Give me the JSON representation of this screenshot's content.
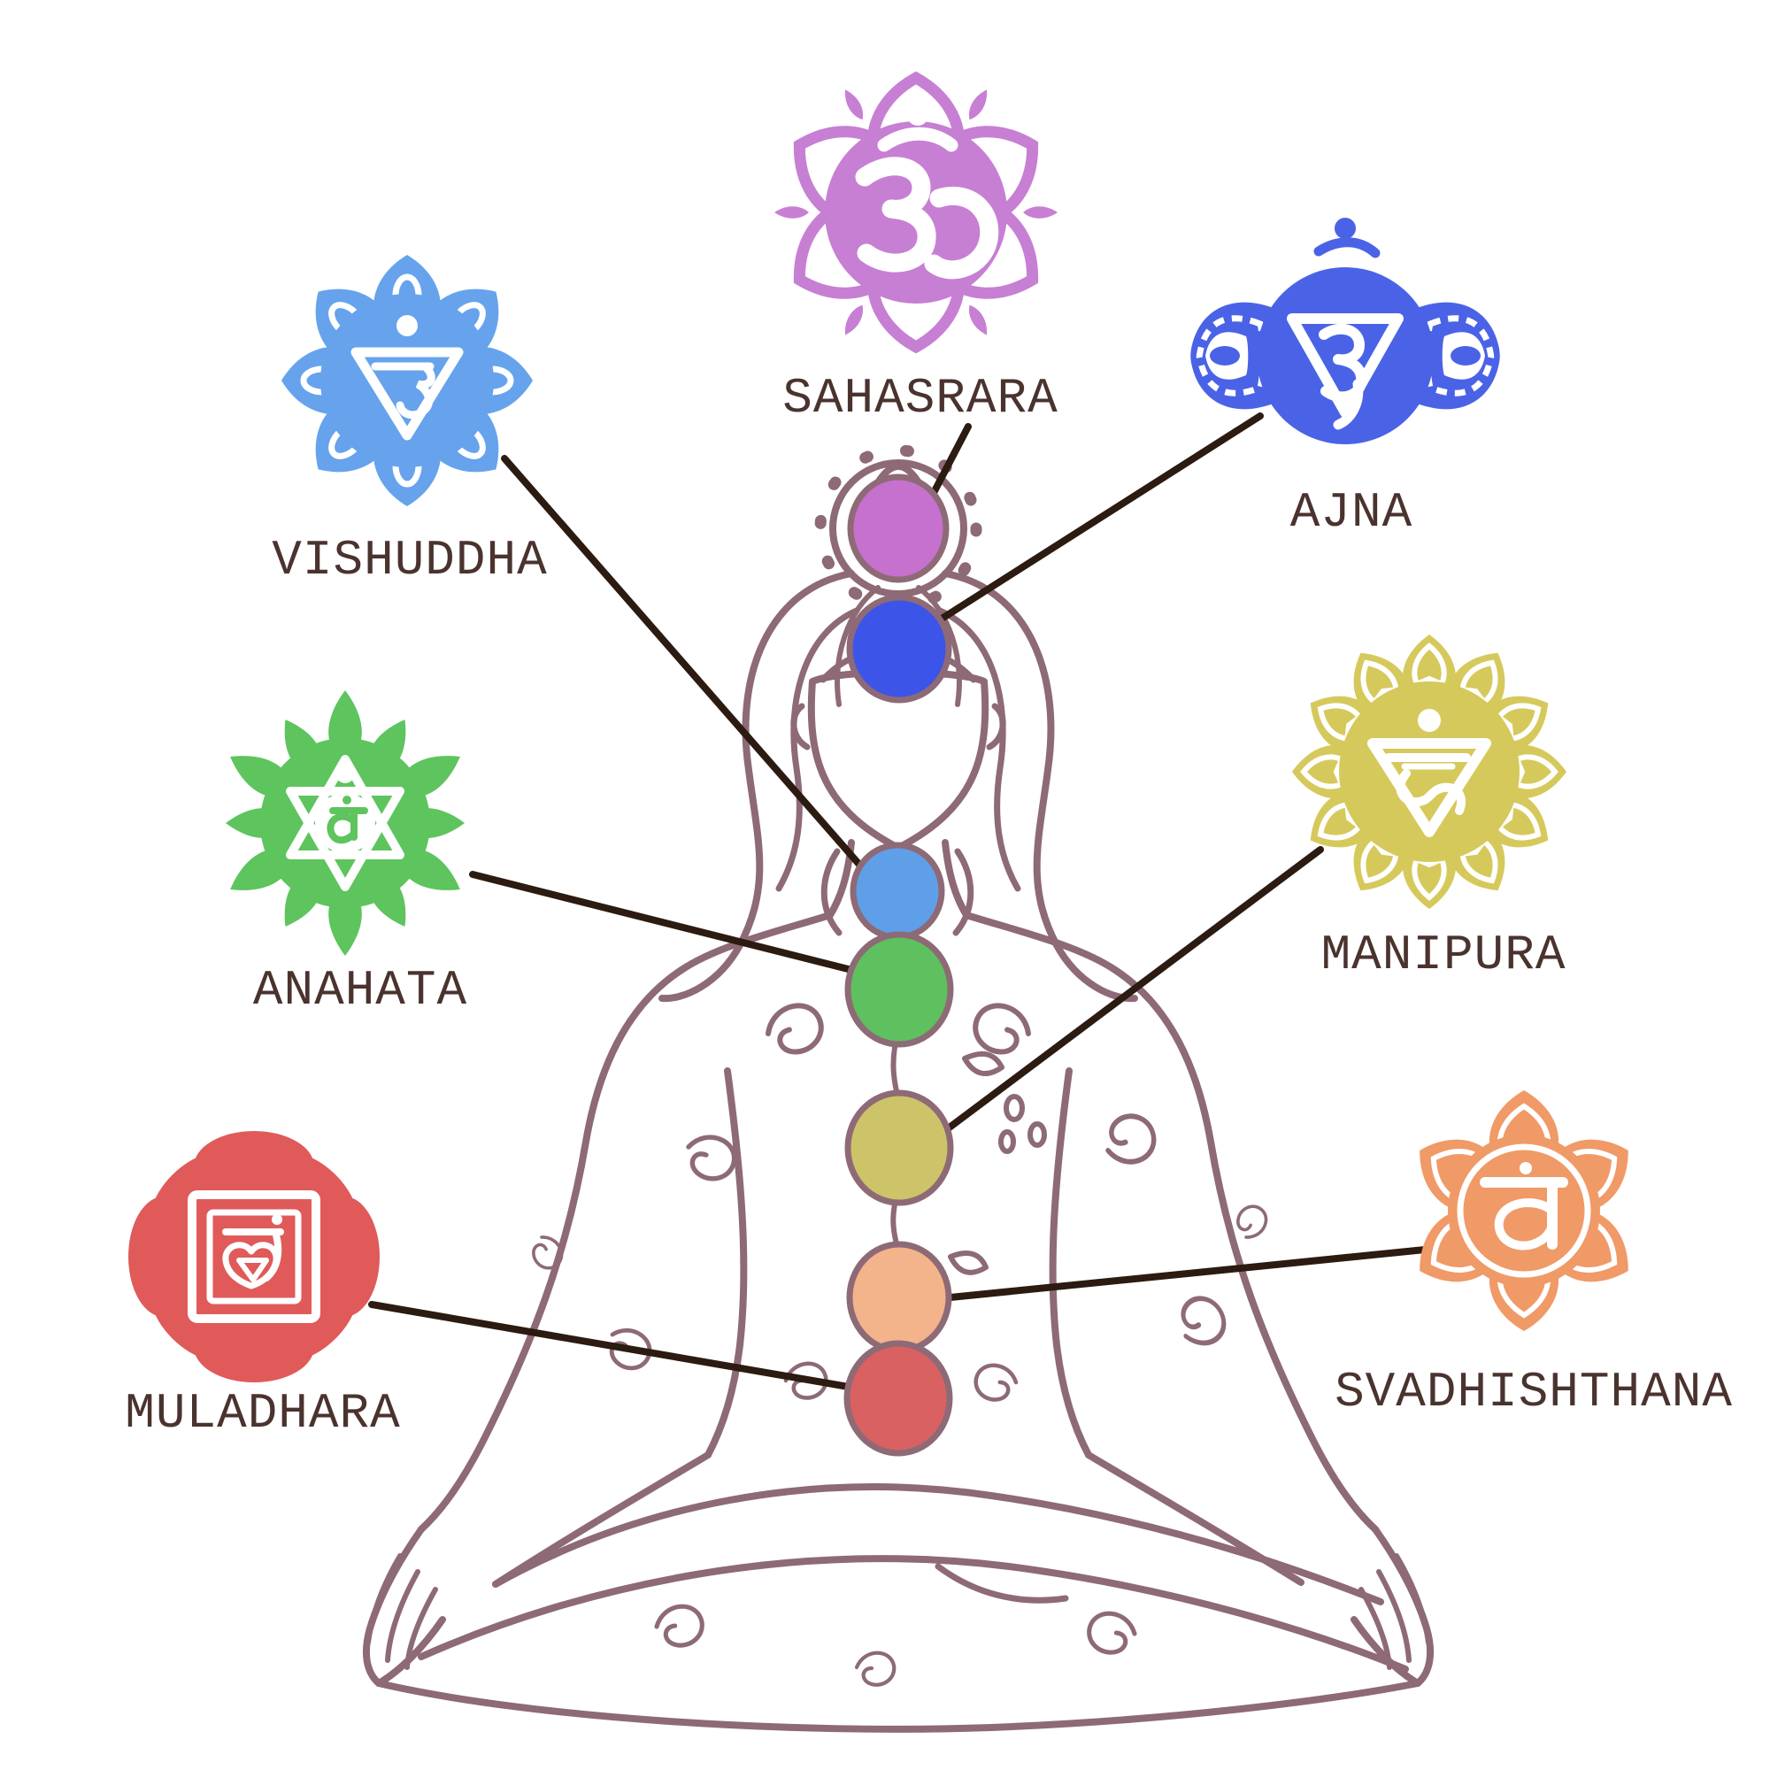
{
  "chakras": [
    {
      "name": "Sahasrara",
      "label": "SAHASRARA",
      "symbol": "crown-lotus-om",
      "symbol_color": "#c77fd4",
      "dot_color": "#c671ce"
    },
    {
      "name": "Ajna",
      "label": "AJNA",
      "symbol": "third-eye-om",
      "symbol_color": "#4a63e6",
      "dot_color": "#3c55e8"
    },
    {
      "name": "Vishuddha",
      "label": "VISHUDDHA",
      "symbol": "throat-lotus",
      "symbol_color": "#66a3ec",
      "dot_color": "#5f9fe8"
    },
    {
      "name": "Anahata",
      "label": "ANAHATA",
      "symbol": "heart-hexagram",
      "symbol_color": "#5ec45e",
      "dot_color": "#5ec05e"
    },
    {
      "name": "Manipura",
      "label": "MANIPURA",
      "symbol": "solar-plexus-sun",
      "symbol_color": "#d6c95c",
      "dot_color": "#cdc369"
    },
    {
      "name": "Muladhara",
      "label": "MULADHARA",
      "symbol": "root-square",
      "symbol_color": "#e05a5a",
      "dot_color": "#d96161"
    },
    {
      "name": "Svadhishthana",
      "label": "SVADHISHTHANA",
      "symbol": "sacral-lotus",
      "symbol_color": "#f09a68",
      "dot_color": "#f3b38b"
    }
  ],
  "colors": {
    "background": "#ffffff",
    "body_outline": "#8d6a76",
    "connector_line": "#2b1b10",
    "label_text": "#4a332e"
  }
}
